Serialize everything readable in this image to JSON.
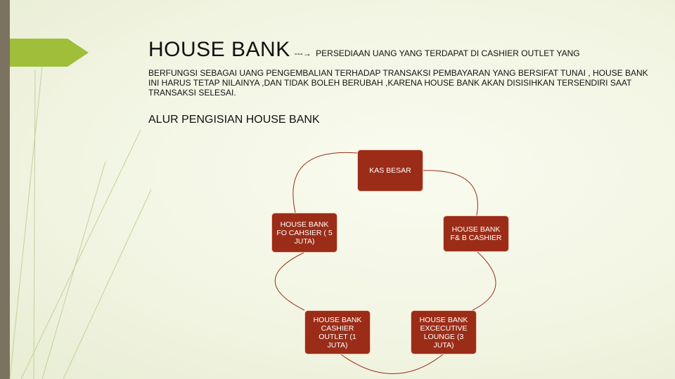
{
  "slide": {
    "title": "HOUSE BANK",
    "title_arrow": "---→",
    "description_first_line": "PERSEDIAAN UANG YANG TERDAPAT DI CASHIER OUTLET YANG",
    "description_rest": "BERFUNGSI SEBAGAI UANG PENGEMBALIAN TERHADAP TRANSAKSI PEMBAYARAN YANG BERSIFAT TUNAI , HOUSE BANK INI HARUS TETAP NILAINYA ,DAN TIDAK BOLEH BERUBAH ,KARENA HOUSE BANK AKAN DISISIHKAN TERSENDIRI SAAT TRANSAKSI SELESAI.",
    "subheading": "ALUR PENGISIAN HOUSE BANK"
  },
  "cycle": {
    "nodes": [
      {
        "label": "KAS BESAR"
      },
      {
        "label": "HOUSE BANK F& B CASHIER"
      },
      {
        "label": "HOUSE BANK EXCECUTIVE LOUNGE (3 JUTA)"
      },
      {
        "label": "HOUSE BANK CASHIER OUTLET (1 JUTA)"
      },
      {
        "label": "HOUSE BANK FO CAHSIER ( 5 JUTA)"
      }
    ]
  },
  "colors": {
    "node_fill": "#9b2d18",
    "connector": "#9b2d18",
    "left_bar": "#7b735f",
    "accent_green": "#9fbe3a"
  }
}
